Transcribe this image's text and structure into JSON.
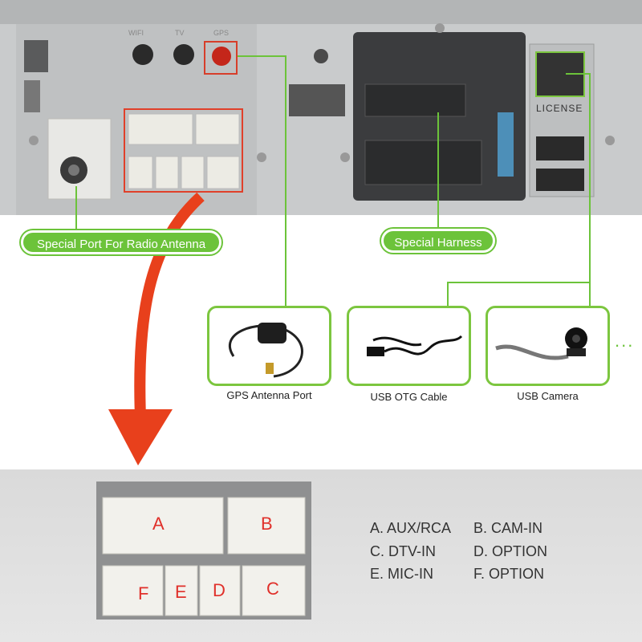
{
  "device": {
    "labels": {
      "wifi": "WIFI",
      "gps": "GPS",
      "tv": "TV",
      "license": "LICENSE"
    }
  },
  "callouts": {
    "radio_antenna": "Special Port For Radio Antenna",
    "harness": "Special Harness"
  },
  "accessories": [
    {
      "label": "GPS Antenna Port",
      "icon": "gps-antenna-icon"
    },
    {
      "label": "USB OTG Cable",
      "icon": "usb-cable-icon"
    },
    {
      "label": "USB Camera",
      "icon": "usb-camera-icon"
    }
  ],
  "more": "...",
  "connector_letters": [
    "A",
    "B",
    "F",
    "E",
    "D",
    "C"
  ],
  "legend": [
    "A. AUX/RCA",
    "B. CAM-IN",
    "C. DTV-IN",
    "D. OPTION",
    "E. MIC-IN",
    "F. OPTION"
  ],
  "colors": {
    "green": "#6cc33a",
    "red_arrow": "#e8401c",
    "connector_letter": "#e0302a",
    "device_grey": "#c9cbcc"
  }
}
